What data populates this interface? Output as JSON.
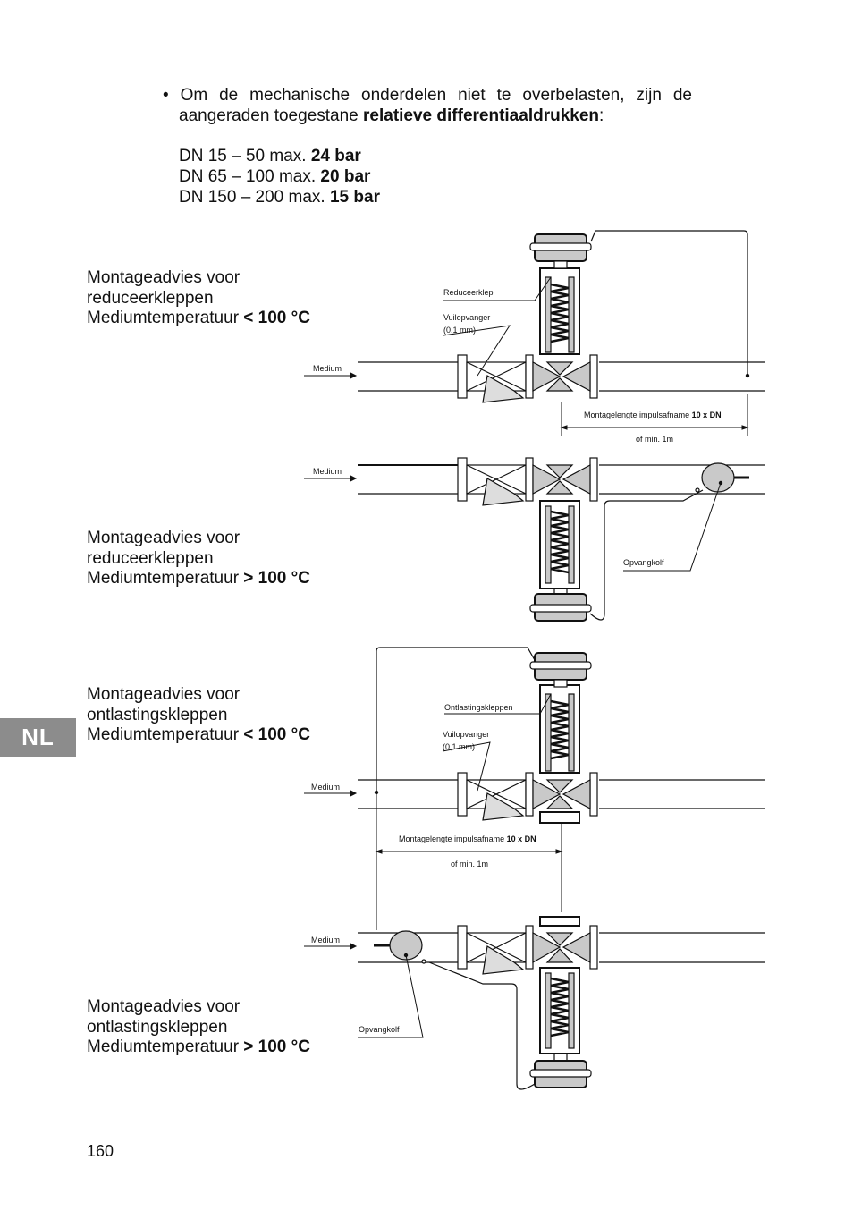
{
  "intro": {
    "bullet": "•",
    "line1_words": [
      "Om",
      "de",
      "mechanische",
      "onderdelen",
      "niet",
      "te",
      "overbelasten,",
      "zijn",
      "de"
    ],
    "line2_prefix": "aangeraden toegestane ",
    "line2_bold": "relatieve differentiaaldrukken",
    "line2_suffix": ":"
  },
  "dn_limits": [
    {
      "text": "DN 15 – 50 max. ",
      "value": "24 bar"
    },
    {
      "text": "DN 65 – 100 max. ",
      "value": "20 bar"
    },
    {
      "text": "DN 150 – 200 max. ",
      "value": "15 bar"
    }
  ],
  "headings": [
    {
      "line1": "Montageadvies voor",
      "line2": "reduceerkleppen",
      "line3": "Mediumtemperatuur ",
      "temp": "< 100 °C"
    },
    {
      "line1": "Montageadvies voor",
      "line2": "reduceerkleppen",
      "line3": "Mediumtemperatuur ",
      "temp": "> 100 °C"
    },
    {
      "line1": "Montageadvies voor",
      "line2": "ontlastingskleppen",
      "line3": "Mediumtemperatuur ",
      "temp": "< 100 °C"
    },
    {
      "line1": "Montageadvies voor",
      "line2": "ontlastingskleppen",
      "line3": "Mediumtemperatuur ",
      "temp": "> 100 °C"
    }
  ],
  "diagram_labels": {
    "medium": "Medium",
    "reduceerklep": "Reduceerklep",
    "ontlastingskleppen": "Ontlastingskleppen",
    "vuilopvanger_1": "Vuilopvanger",
    "vuilopvanger_2": "(0,1 mm)",
    "montagelengte_prefix": "Montagelengte impulsafname ",
    "montagelengte_bold": "10 x DN",
    "min_length": "of min. 1m",
    "opvangkolf": "Opvangkolf"
  },
  "side_tab": "NL",
  "page_number": "160"
}
